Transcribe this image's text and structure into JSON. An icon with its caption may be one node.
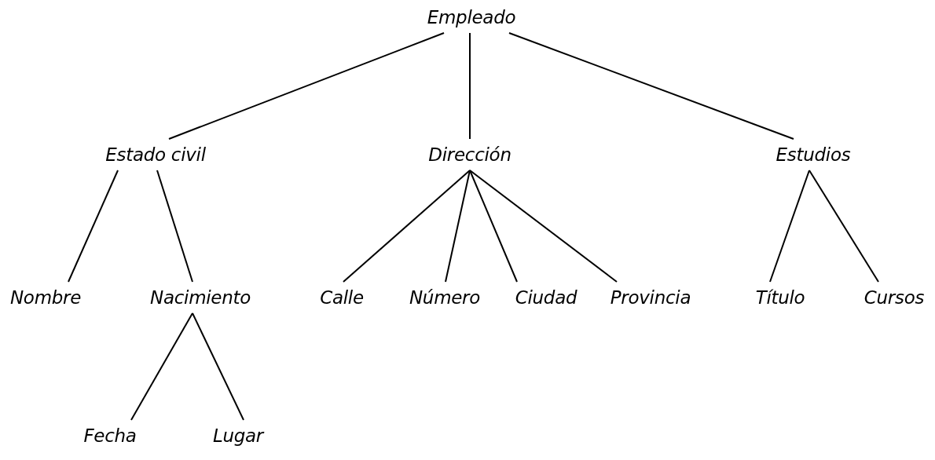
{
  "diagram": {
    "nodes": [
      {
        "text": [
          "Empleado"
        ]
      },
      {
        "text": [
          "Estado civil"
        ]
      },
      {
        "text": [
          "Dirección"
        ]
      },
      {
        "text": [
          "Estudios"
        ]
      },
      {
        "text": [
          "Nombre"
        ]
      },
      {
        "text": [
          "Nacimiento"
        ]
      },
      {
        "text": [
          "Calle"
        ]
      },
      {
        "text": [
          "Número"
        ]
      },
      {
        "text": [
          "Ciudad"
        ]
      },
      {
        "text": [
          "Provincia"
        ]
      },
      {
        "text": [
          "Título"
        ]
      },
      {
        "text": [
          "Cursos"
        ]
      },
      {
        "text": [
          "Fecha"
        ]
      },
      {
        "text": [
          "Lugar"
        ]
      }
    ],
    "edges": [
      {
        "from": 0,
        "to": 1,
        "arrow": "none"
      },
      {
        "from": 0,
        "to": 2,
        "arrow": "none"
      },
      {
        "from": 0,
        "to": 3,
        "arrow": "none"
      },
      {
        "from": 1,
        "to": 4,
        "arrow": "none"
      },
      {
        "from": 1,
        "to": 5,
        "arrow": "none"
      },
      {
        "from": 2,
        "to": 6,
        "arrow": "none"
      },
      {
        "from": 2,
        "to": 7,
        "arrow": "none"
      },
      {
        "from": 2,
        "to": 8,
        "arrow": "none"
      },
      {
        "from": 2,
        "to": 9,
        "arrow": "none"
      },
      {
        "from": 3,
        "to": 10,
        "arrow": "none"
      },
      {
        "from": 3,
        "to": 11,
        "arrow": "none"
      },
      {
        "from": 5,
        "to": 12,
        "arrow": "none"
      },
      {
        "from": 5,
        "to": 13,
        "arrow": "none"
      }
    ]
  }
}
